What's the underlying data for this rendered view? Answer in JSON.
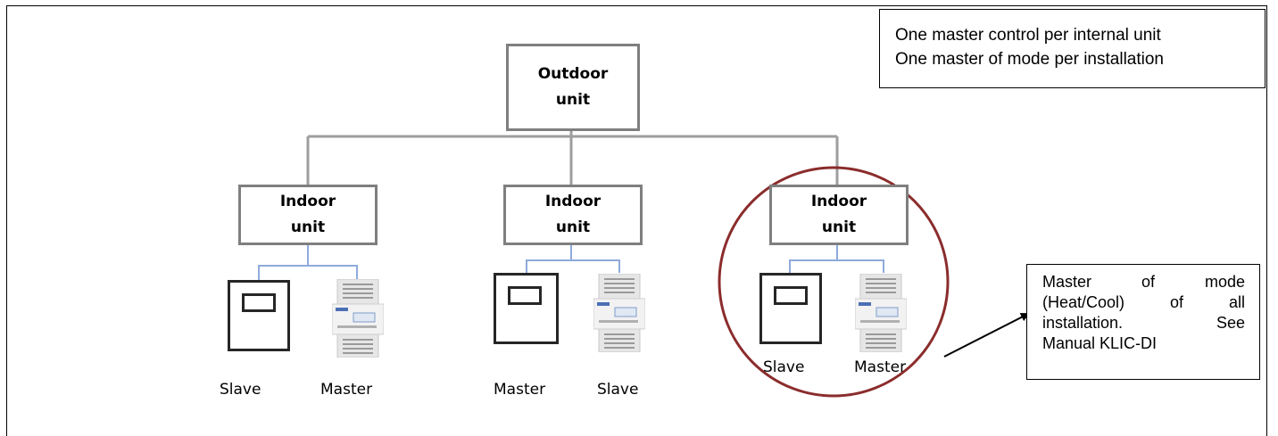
{
  "outdoor_unit": {
    "line1": "Outdoor",
    "line2": "unit"
  },
  "indoor_units": [
    {
      "line1": "Indoor",
      "line2": "unit",
      "left_device": "Slave",
      "right_device": "Master"
    },
    {
      "line1": "Indoor",
      "line2": "unit",
      "left_device": "Master",
      "right_device": "Slave"
    },
    {
      "line1": "Indoor",
      "line2": "unit",
      "left_device": "Slave",
      "right_device": "Master"
    }
  ],
  "top_note": {
    "line1": "One master control per internal unit",
    "line2": "One master of mode per installation"
  },
  "side_note": {
    "lines": [
      [
        "Master",
        "of",
        "mode"
      ],
      [
        "(Heat/Cool)",
        "of",
        "all"
      ],
      [
        "installation.",
        "See"
      ],
      [
        "Manual KLIC-DI"
      ]
    ]
  },
  "colors": {
    "unit_border": "#7f7f7f",
    "wire": "#9e9e9e",
    "device_wire": "#8faadc",
    "highlight_circle": "#8b2c2c"
  },
  "icons": {
    "panel": "wall-thermostat-icon",
    "module": "din-rail-gateway-module-icon"
  }
}
